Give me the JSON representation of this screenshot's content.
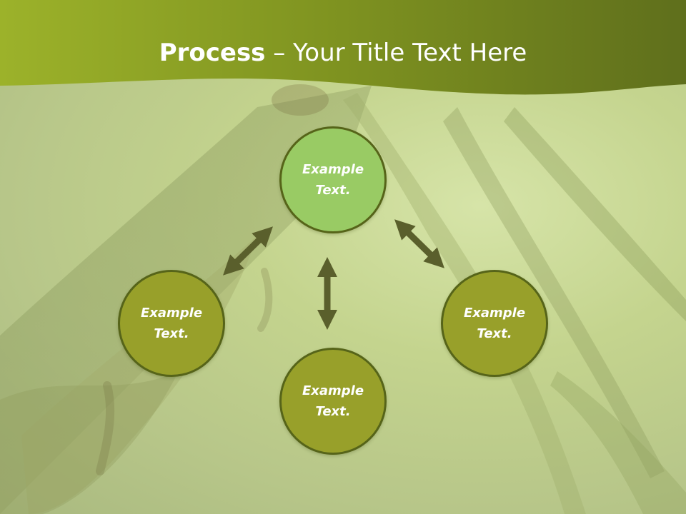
{
  "slide": {
    "title_bold": "Process",
    "title_rest": " – Your Title Text Here"
  },
  "diagram": {
    "nodes": {
      "top": "Example Text.",
      "left": "Example Text.",
      "right": "Example Text.",
      "bottom": "Example Text."
    },
    "colors": {
      "top_fill": "#99cb64",
      "node_fill": "#98a02a",
      "node_border": "#566419",
      "arrow": "#5a5f2c",
      "header": "#7e9220"
    }
  }
}
